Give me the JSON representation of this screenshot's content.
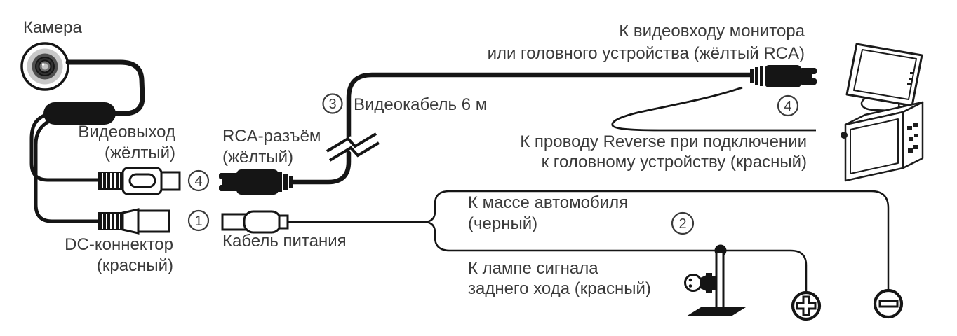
{
  "diagram": {
    "background": "#ffffff",
    "colors": {
      "line": "#151515",
      "text": "#3a3a3a",
      "camera_ring_light": "#c8c8c8",
      "camera_ring_dark": "#4f4f4f"
    },
    "camera": {
      "label": "Камера",
      "icon": "camera-lens-icon"
    },
    "splitter": {
      "icon": "splitter-box-icon"
    },
    "video_output": {
      "line1": "Видеовыход",
      "line2": "(жёлтый)",
      "marker": "4"
    },
    "dc_connector": {
      "line1": "DC-коннектор",
      "line2": "(красный)",
      "marker": "1"
    },
    "rca_plug": {
      "line1": "RCA-разъём",
      "line2": "(жёлтый)"
    },
    "power_cable": {
      "label": "Кабель питания"
    },
    "video_cable": {
      "label": "Видеокабель 6 м",
      "marker": "3",
      "break_icon": "cable-break-icon"
    },
    "monitor_input": {
      "line1": "К видеовходу монитора",
      "line2": "или головного устройства (жёлтый RCA)",
      "marker": "4"
    },
    "reverse_wire": {
      "line1": "К проводу Reverse при подключении",
      "line2": "к головному устройству (красный)"
    },
    "power_branches": {
      "marker": "2"
    },
    "ground_wire": {
      "line1": "К массе автомобиля",
      "line2": "(черный)"
    },
    "reverse_lamp": {
      "line1": "К лампе сигнала",
      "line2": "заднего хода (красный)",
      "icon": "reverse-lamp-icon"
    },
    "terminals": {
      "positive_icon": "plus-circle-icon",
      "negative_icon": "minus-circle-icon"
    },
    "devices": {
      "monitor_icon": "monitor-on-stand-icon",
      "head_unit_icon": "car-head-unit-icon"
    }
  }
}
